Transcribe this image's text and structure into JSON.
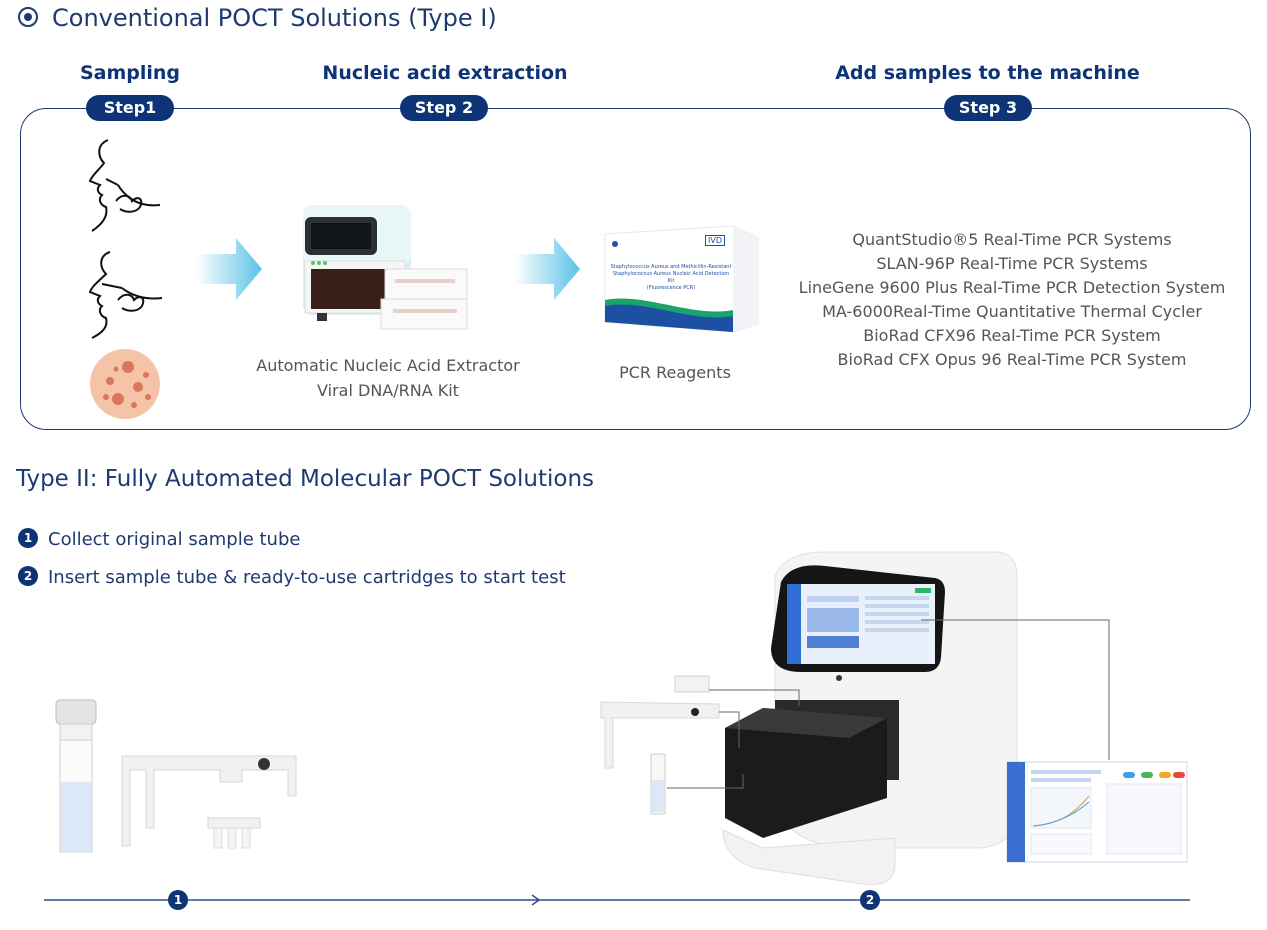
{
  "type1": {
    "heading": "Conventional POCT Solutions (Type I)",
    "steps": [
      {
        "title": "Sampling",
        "badge": "Step1"
      },
      {
        "title": "Nucleic acid extraction",
        "badge": "Step 2"
      },
      {
        "title": "Add samples to the machine",
        "badge": "Step 3"
      }
    ],
    "extractor_caption": [
      "Automatic Nucleic Acid Extractor",
      "Viral DNA/RNA Kit"
    ],
    "reagent_caption": "PCR Reagents",
    "reagent_box": {
      "badge": "IVD",
      "text": [
        "Staphylococcus Aureus and Methicillin-Resistant",
        "Staphylococcus Aureus Nucleic Acid Detection Kit",
        "(Fluorescence PCR)"
      ]
    },
    "machines": [
      "QuantStudio®5 Real-Time PCR Systems",
      "SLAN-96P Real-Time PCR Systems",
      "LineGene 9600 Plus Real-Time PCR Detection System",
      "MA-6000Real-Time Quantitative Thermal Cycler",
      "BioRad CFX96 Real-Time PCR System",
      "BioRad CFX Opus 96 Real-Time PCR System"
    ]
  },
  "type2": {
    "heading": "Type II: Fully Automated Molecular POCT Solutions",
    "items": [
      {
        "num": "1",
        "text": "Collect original sample tube"
      },
      {
        "num": "2",
        "text": "Insert sample tube & ready-to-use cartridges to start test"
      }
    ],
    "timeline": [
      "1",
      "2"
    ]
  },
  "colors": {
    "navy": "#0f3476",
    "heading": "#1f3a70",
    "arrow": "#5cc3e6",
    "caption": "#555555"
  }
}
